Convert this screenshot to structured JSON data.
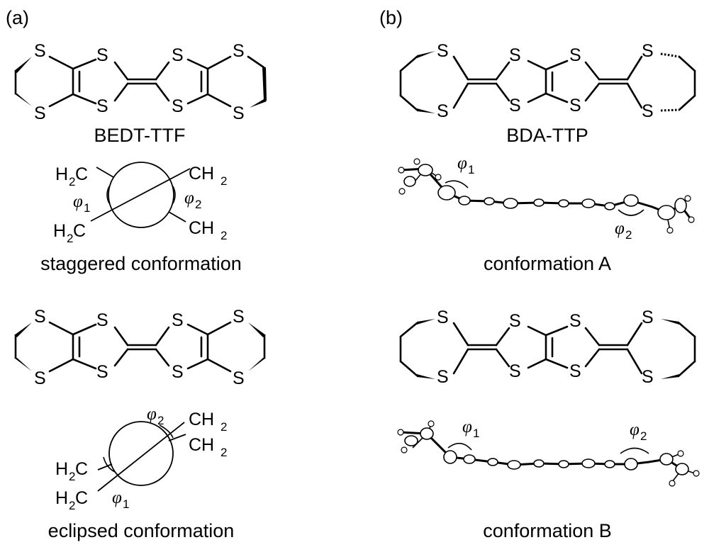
{
  "panels": {
    "a": {
      "label": "(a)",
      "molecule_name": "BEDT-TTF",
      "newman_staggered": {
        "groups": [
          "H",
          "C",
          "CH",
          "2"
        ],
        "phi1": "φ",
        "phi1_sub": "1",
        "phi2": "φ",
        "phi2_sub": "2",
        "caption": "staggered conformation"
      },
      "newman_eclipsed": {
        "phi1": "φ",
        "phi1_sub": "1",
        "phi2": "φ",
        "phi2_sub": "2",
        "caption": "eclipsed conformation"
      }
    },
    "b": {
      "label": "(b)",
      "molecule_name": "BDA-TTP",
      "conformation_a": {
        "phi1": "φ",
        "phi1_sub": "1",
        "phi2": "φ",
        "phi2_sub": "2",
        "caption": "conformation A"
      },
      "conformation_b": {
        "phi1": "φ",
        "phi1_sub": "1",
        "phi2": "φ",
        "phi2_sub": "2",
        "caption": "conformation B"
      }
    }
  },
  "atoms": {
    "sulfur": "S",
    "h": "H",
    "c": "C",
    "ch": "CH",
    "two": "2"
  }
}
